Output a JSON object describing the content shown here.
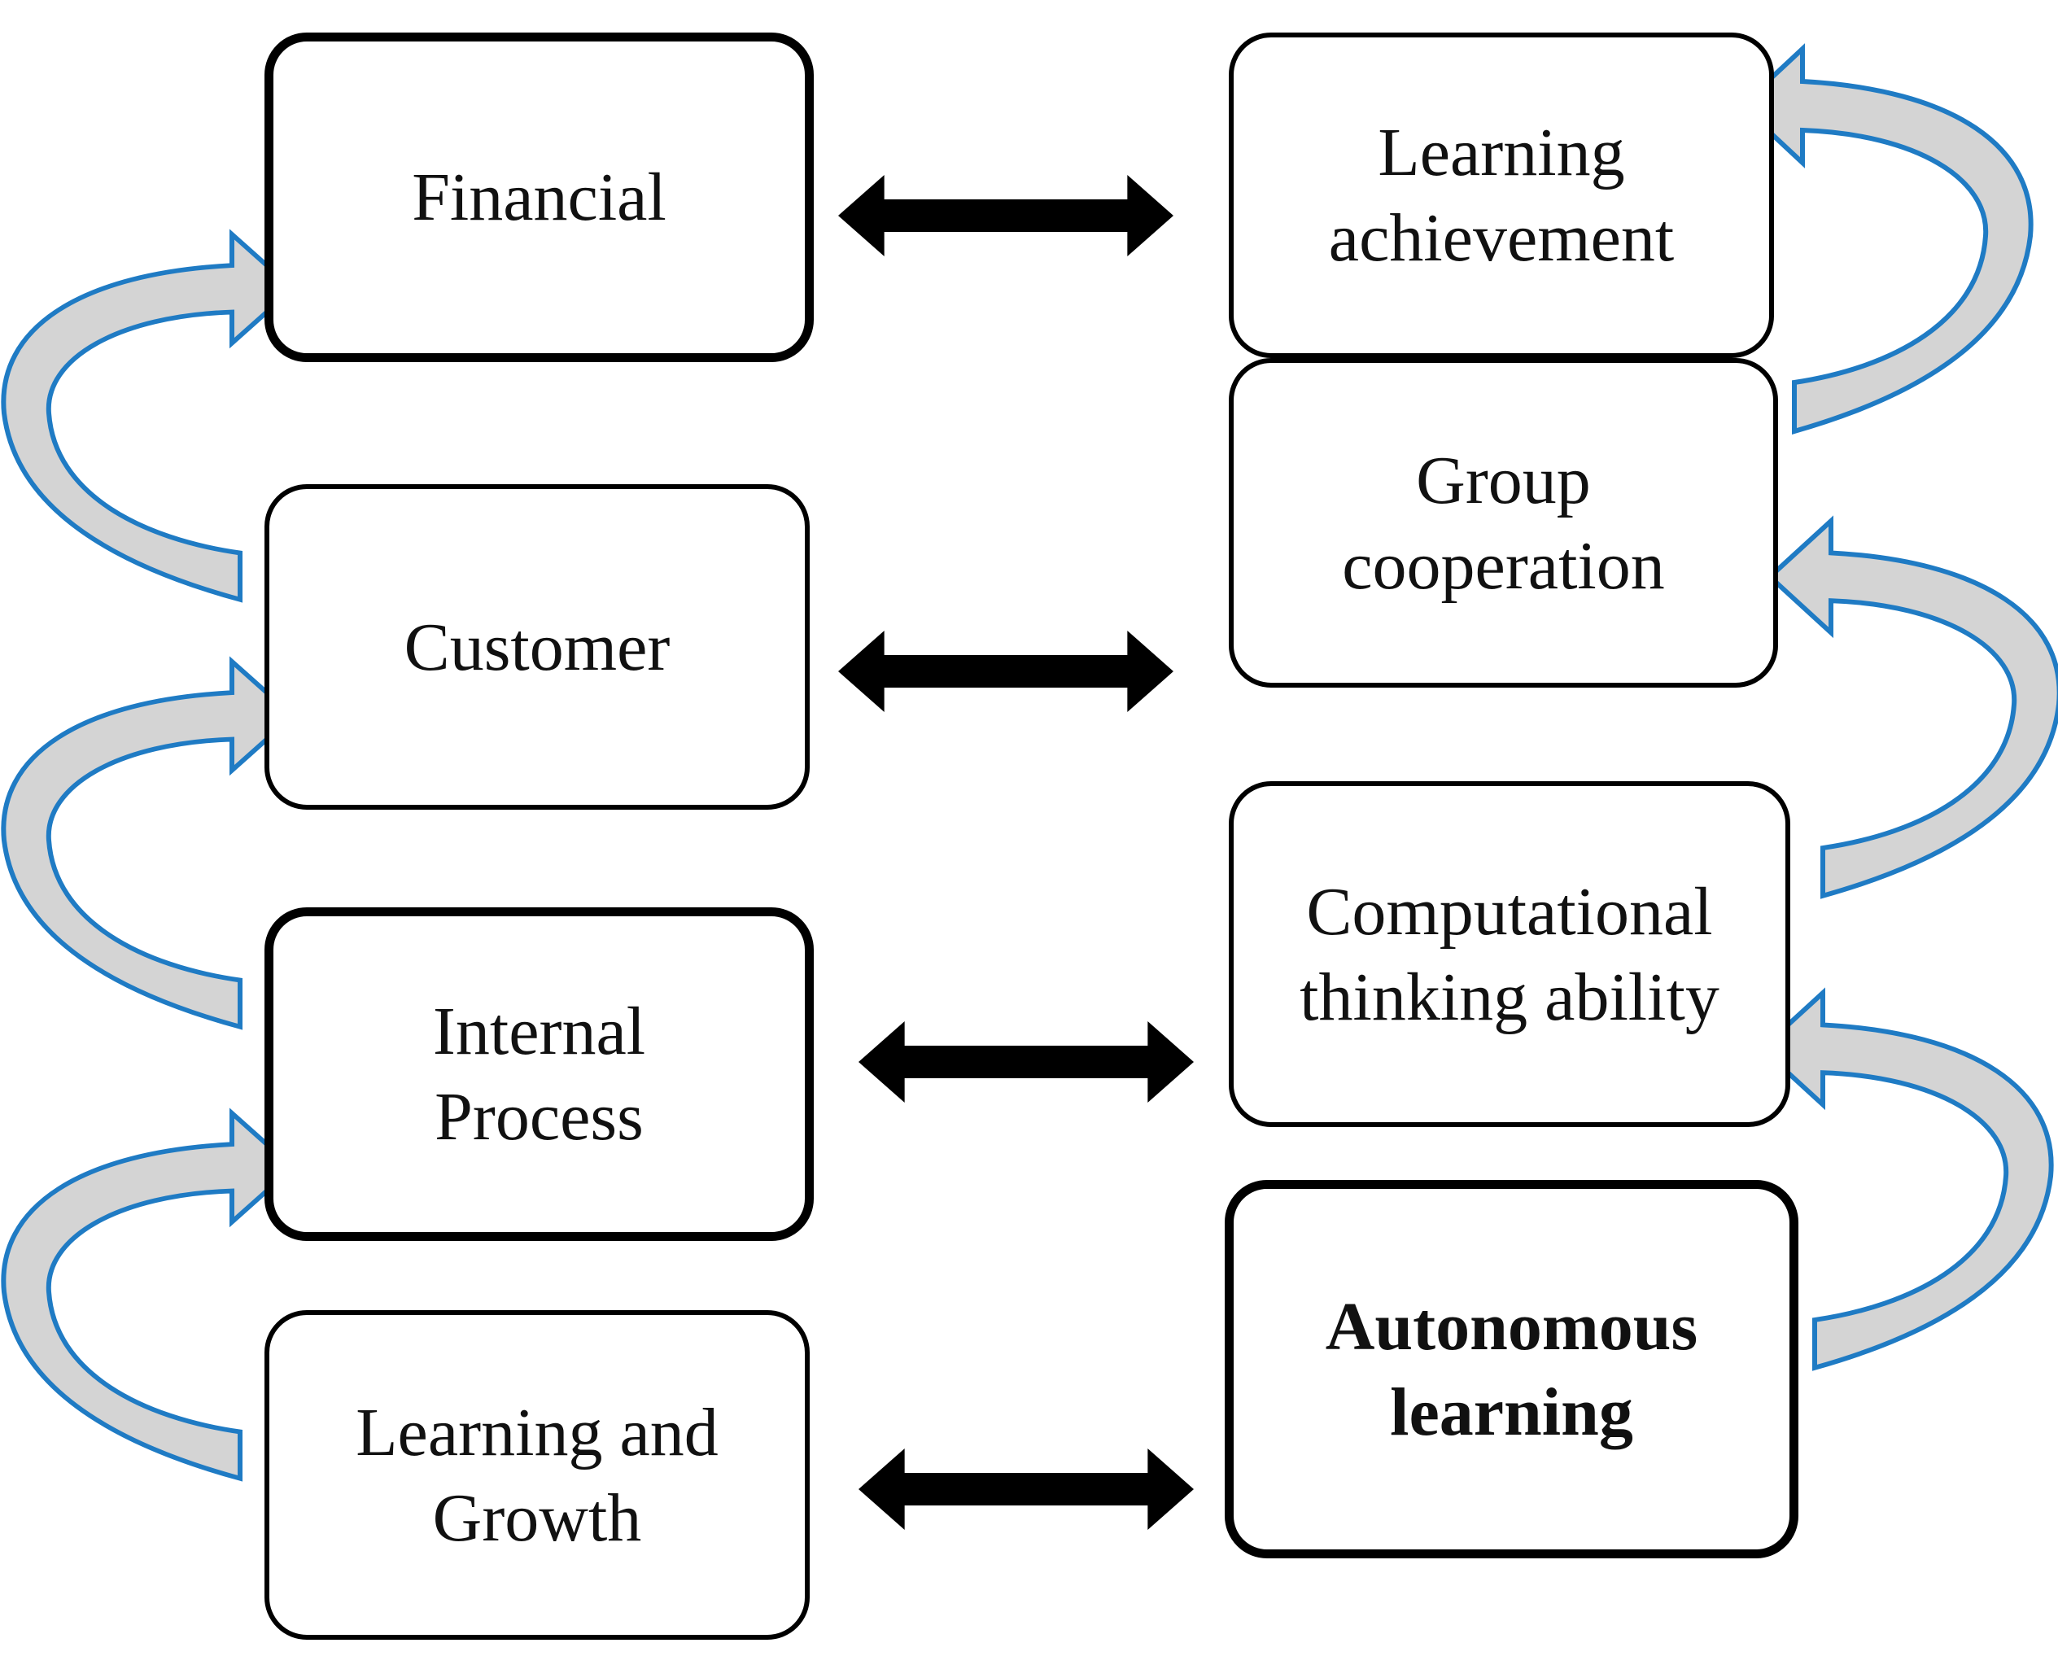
{
  "left_column": [
    {
      "id": "financial",
      "lines": [
        "Financial"
      ]
    },
    {
      "id": "customer",
      "lines": [
        "Customer"
      ]
    },
    {
      "id": "internal-process",
      "lines": [
        "Internal",
        "Process"
      ]
    },
    {
      "id": "learning-and-growth",
      "lines": [
        "Learning and",
        "Growth"
      ]
    }
  ],
  "right_column": [
    {
      "id": "learning-achievement",
      "lines": [
        "Learning",
        "achievement"
      ]
    },
    {
      "id": "group-cooperation",
      "lines": [
        "Group",
        "cooperation"
      ]
    },
    {
      "id": "computational-thinking-ability",
      "lines": [
        "Computational",
        "thinking ability"
      ]
    },
    {
      "id": "autonomous-learning",
      "lines": [
        "Autonomous",
        "learning"
      ]
    }
  ],
  "colors": {
    "box_border": "#000000",
    "connector": "#000000",
    "curved_arrow_stroke": "#1f7bc4",
    "curved_arrow_fill": "#d4d4d4"
  }
}
